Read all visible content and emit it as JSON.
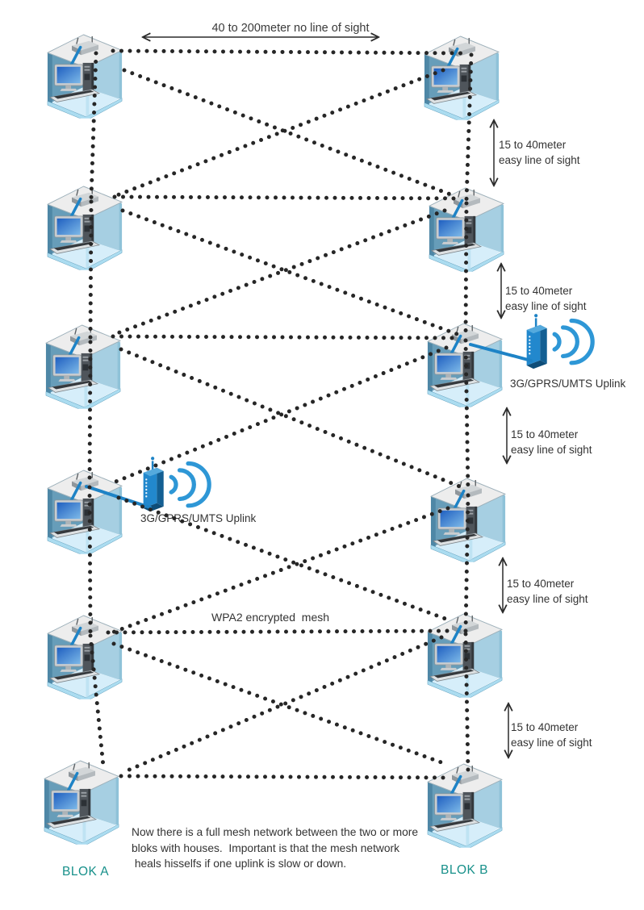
{
  "diagram": {
    "top_distance_label": "40 to 200meter no line of sight",
    "gap_label": {
      "line1": "15 to 40meter",
      "line2": "easy line of sight"
    },
    "uplink_label": "3G/GPRS/UMTS Uplink",
    "mesh_label": "WPA2 encrypted  mesh",
    "note_lines": [
      "Now there is a full mesh network between the two or more",
      "bloks with houses.  Important is that the mesh network",
      " heals hisselfs if one uplink is slow or down."
    ],
    "block_a_label": "BLOK A",
    "block_b_label": "BLOK B"
  },
  "colors": {
    "accent_blue": "#1e83c6",
    "wifi_blue": "#2e97d6",
    "teal_block_label": "#17908a",
    "mesh_dot": "#262626",
    "annotation_text": "#333333"
  },
  "icons": {
    "house_node": "isometric-open-cube-with-desktop-pc-and-router",
    "uplink_modem": "blue-3g-modem-with-antenna",
    "wifi": "three-signal-arcs",
    "distance_arrows": "double-headed-arrows"
  }
}
